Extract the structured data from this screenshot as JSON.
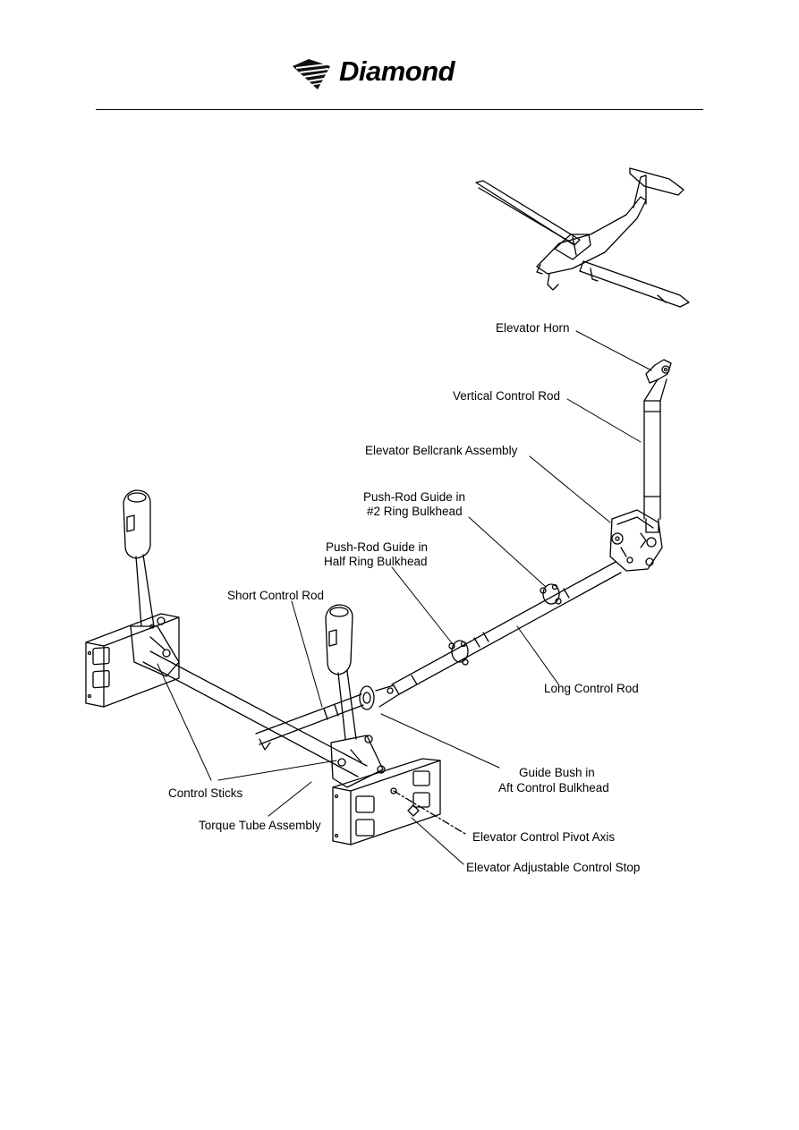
{
  "header": {
    "logo_text": "Diamond"
  },
  "labels": {
    "elevator_horn": "Elevator Horn",
    "vertical_control_rod": "Vertical Control Rod",
    "bellcrank": "Elevator Bellcrank Assembly",
    "pushrod_guide_2_line1": "Push-Rod Guide in",
    "pushrod_guide_2_line2": "#2 Ring Bulkhead",
    "pushrod_guide_half_line1": "Push-Rod Guide in",
    "pushrod_guide_half_line2": "Half Ring Bulkhead",
    "short_control_rod": "Short Control Rod",
    "long_control_rod": "Long Control Rod",
    "guide_bush_line1": "Guide Bush in",
    "guide_bush_line2": "Aft Control Bulkhead",
    "control_sticks": "Control Sticks",
    "torque_tube": "Torque Tube Assembly",
    "pivot_axis": "Elevator Control Pivot Axis",
    "control_stop": "Elevator Adjustable Control Stop"
  }
}
